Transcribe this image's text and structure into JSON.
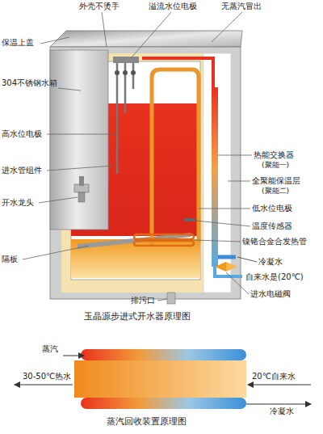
{
  "diagram": {
    "caption": "玉晶源步进式开水器原理图",
    "labels": [
      "保温上盖",
      "外壳不烫手",
      "溢流水位电极",
      "无蒸汽冒出",
      "304不锈钢水箱",
      "高水位电极",
      "进水管组件",
      "开水龙头",
      "隔板",
      "热能交换器",
      "(聚能一)",
      "全聚能保温层",
      "(聚能二)",
      "低水位电极",
      "温度传感器",
      "镍铬合金合发热管",
      "冷凝水",
      "自来水是(20℃)",
      "进水电磁阀",
      "排污口",
      "蒸汽",
      "30-50℃热水",
      "20℃自来水",
      "冷凝水",
      "蒸汽回收装置原理图"
    ]
  }
}
